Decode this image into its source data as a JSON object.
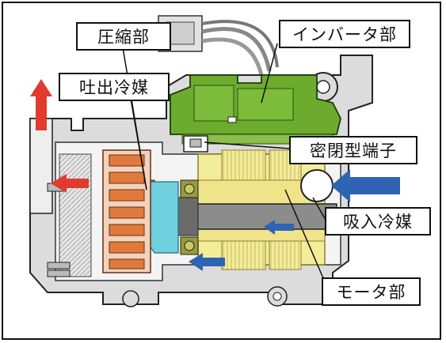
{
  "labels": {
    "compression": "圧縮部",
    "inverter": "インバータ部",
    "discharge_refrigerant": "吐出冷媒",
    "sealed_terminal": "密閉型端子",
    "suction_refrigerant": "吸入冷媒",
    "motor": "モータ部"
  },
  "colors": {
    "inverter_green": "#6cab2e",
    "motor_yellow": "#f3ec9a",
    "scroll_orange": "#e07a3c",
    "oil_cyan": "#6fd0de",
    "bearing_olive": "#9a9a3a",
    "housing_gray": "#c9c9c9",
    "arrow_red": "#e23a2e",
    "arrow_blue": "#2f63b4"
  }
}
